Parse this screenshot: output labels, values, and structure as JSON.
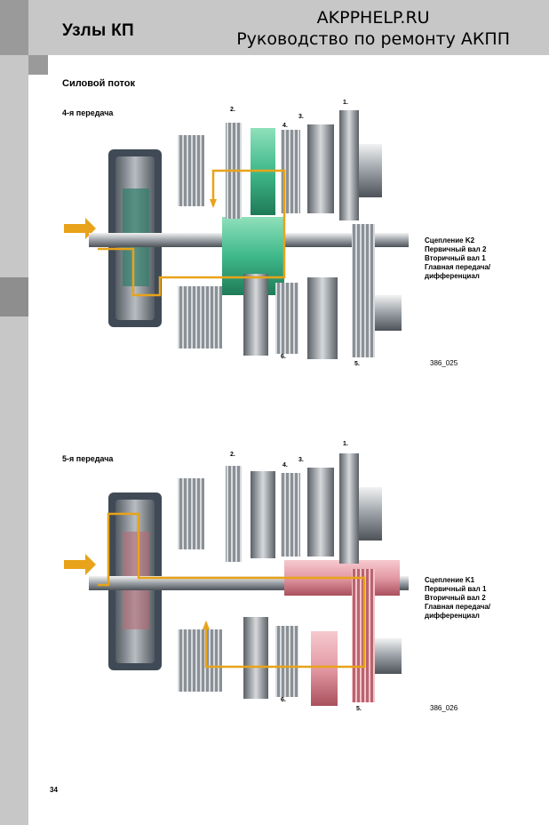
{
  "header": {
    "section_title": "Узлы КП",
    "site_line1": "AKPPHELP.RU",
    "site_line2": "Руководство по ремонту АКПП"
  },
  "subheading": "Силовой поток",
  "figures": [
    {
      "gear_label": "4-я передача",
      "numbers": [
        "1.",
        "2.",
        "3.",
        "4.",
        "5.",
        "6."
      ],
      "legend": [
        "Сцепление K2",
        "Первичный вал 2",
        "Вторичный вал 1",
        "Главная передача/",
        "дифференциал"
      ],
      "code": "386_025",
      "highlight_color": "#3fb98a"
    },
    {
      "gear_label": "5-я передача",
      "numbers": [
        "1.",
        "2.",
        "3.",
        "4.",
        "5.",
        "6."
      ],
      "legend": [
        "Сцепление K1",
        "Первичный вал 1",
        "Вторичный вал 2",
        "Главная передача/",
        "дифференциал"
      ],
      "code": "386_026",
      "highlight_color": "#e39aa4"
    }
  ],
  "page_number": "34",
  "colors": {
    "header_bg": "#c7c7c7",
    "flow_arrow": "#e8a31a"
  }
}
